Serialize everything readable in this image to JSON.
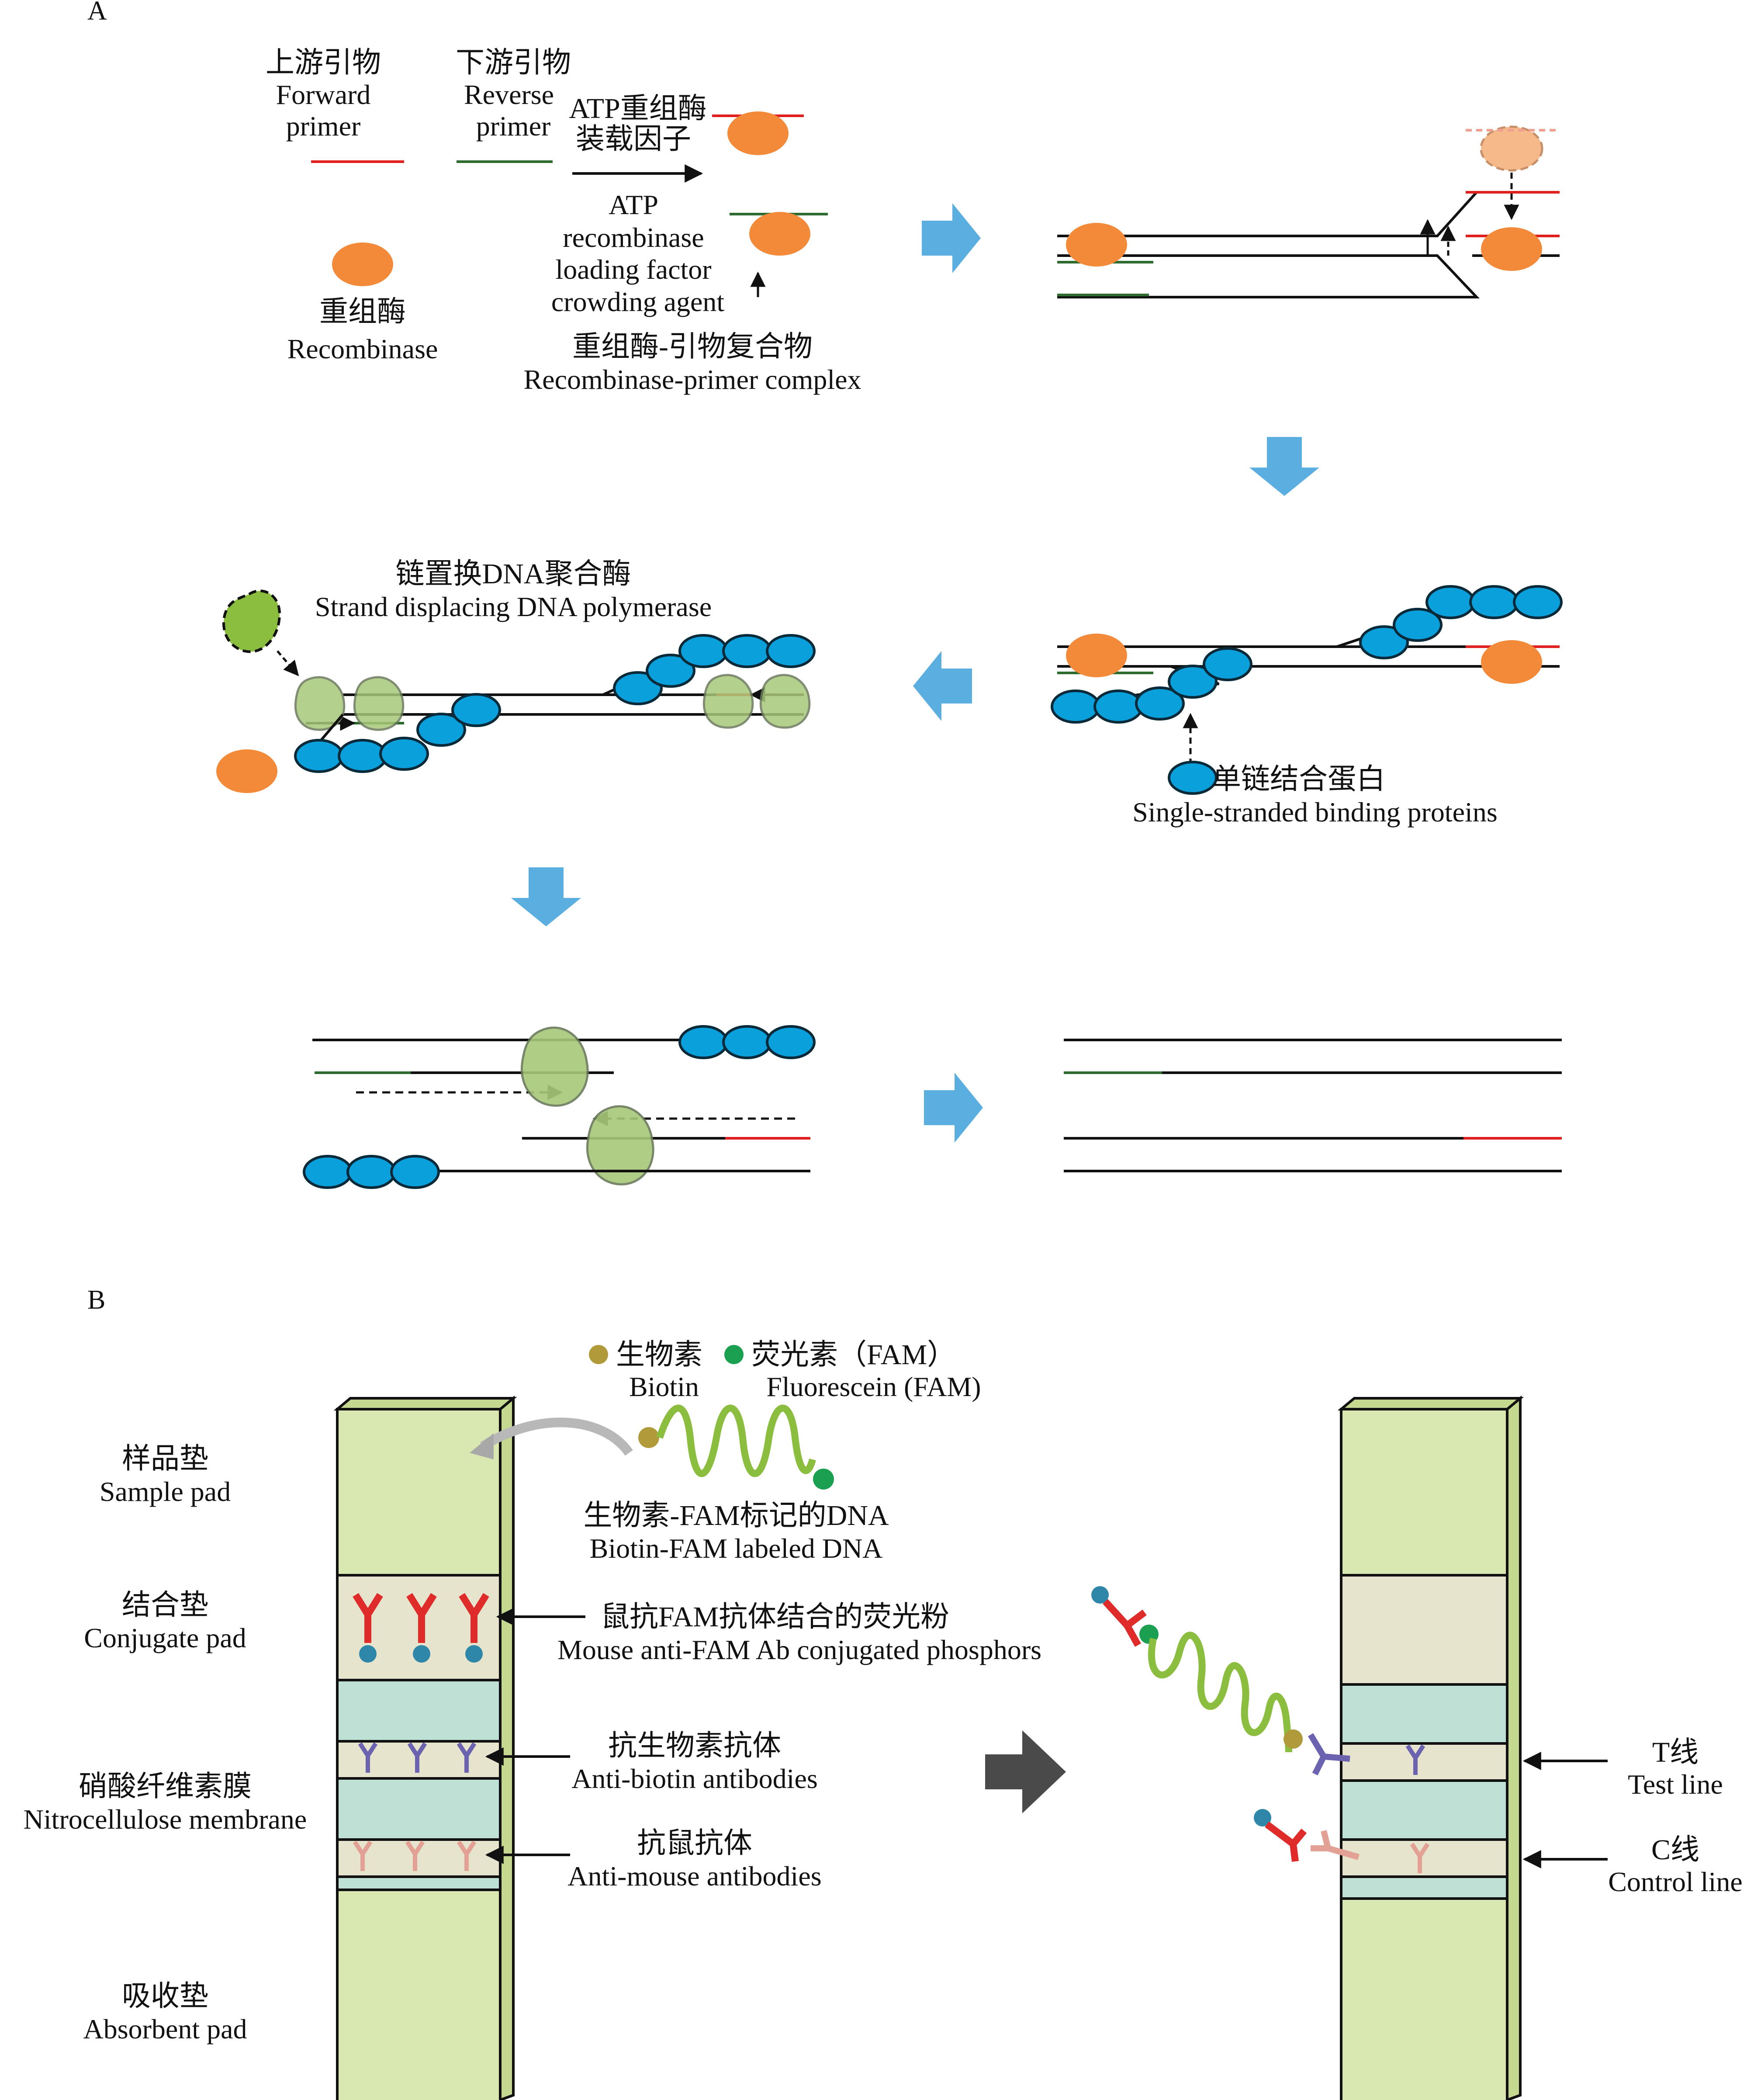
{
  "panel_a": {
    "label": "A",
    "forward_primer_cn": "上游引物",
    "forward_primer_en1": "Forward",
    "forward_primer_en2": "primer",
    "reverse_primer_cn": "下游引物",
    "reverse_primer_en1": "Reverse",
    "reverse_primer_en2": "primer",
    "atp_factor_cn1": "ATP重组酶",
    "atp_factor_cn2": "装载因子",
    "atp_en1": "ATP",
    "atp_en2": "recombinase",
    "atp_en3": "loading factor",
    "atp_en4": "crowding agent",
    "recombinase_cn": "重组酶",
    "recombinase_en": "Recombinase",
    "complex_cn": "重组酶-引物复合物",
    "complex_en": "Recombinase-primer complex",
    "polymerase_cn": "链置换DNA聚合酶",
    "polymerase_en": "Strand displacing DNA polymerase",
    "ssb_cn": "单链结合蛋白",
    "ssb_en": "Single-stranded binding proteins"
  },
  "panel_b": {
    "label": "B",
    "biotin_cn": "生物素",
    "biotin_en": "Biotin",
    "fam_cn": "荧光素（FAM）",
    "fam_en": "Fluorescein (FAM)",
    "labeled_dna_cn": "生物素-FAM标记的DNA",
    "labeled_dna_en": "Biotin-FAM labeled DNA",
    "sample_pad_cn": "样品垫",
    "sample_pad_en": "Sample pad",
    "conjugate_pad_cn": "结合垫",
    "conjugate_pad_en": "Conjugate pad",
    "nc_membrane_cn": "硝酸纤维素膜",
    "nc_membrane_en": "Nitrocellulose membrane",
    "absorbent_pad_cn": "吸收垫",
    "absorbent_pad_en": "Absorbent pad",
    "mouse_ab_cn": "鼠抗FAM抗体结合的荧光粉",
    "mouse_ab_en": "Mouse anti-FAM Ab conjugated phosphors",
    "anti_biotin_cn": "抗生物素抗体",
    "anti_biotin_en": "Anti-biotin antibodies",
    "anti_mouse_cn": "抗鼠抗体",
    "anti_mouse_en": "Anti-mouse antibodies",
    "t_line_cn": "T线",
    "t_line_en": "Test line",
    "c_line_cn": "C线",
    "c_line_en": "Control line"
  },
  "colors": {
    "recombinase": "#f28a3a",
    "ssb": "#0aa0dc",
    "polymerase": "#9cc46a",
    "forward_primer": "#e0201f",
    "reverse_primer": "#2e6b2e",
    "process_arrow": "#5aaee0",
    "pad_green": "#d9e8b0",
    "conjugate": "#e6e4cc",
    "membrane": "#bfe0d4",
    "biotin": "#b09a3a",
    "fam": "#1aa050",
    "red_antibody": "#e02b2b",
    "purple_antibody": "#6b63b0",
    "pink_antibody": "#e3a094",
    "phosphor": "#2e86a8"
  }
}
